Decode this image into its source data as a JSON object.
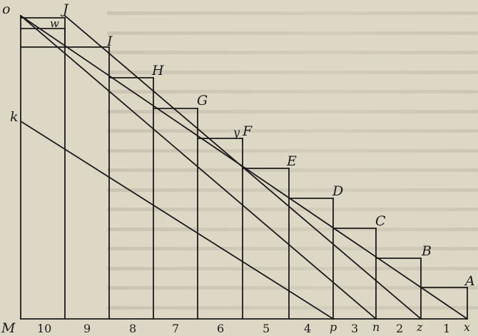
{
  "diagram": {
    "type": "geometric-figure",
    "colors": {
      "ink": "#1a1a1a",
      "paper": "#ddd7c6"
    },
    "corner_labels": [
      "o",
      "J",
      "w",
      "I",
      "H",
      "G",
      "y",
      "F",
      "E",
      "D",
      "C",
      "B",
      "A",
      "k"
    ],
    "bottom_labels": [
      "M",
      "10",
      "9",
      "8",
      "7",
      "6",
      "5",
      "4",
      "p",
      "3",
      "n",
      "2",
      "z",
      "1",
      "x"
    ]
  }
}
